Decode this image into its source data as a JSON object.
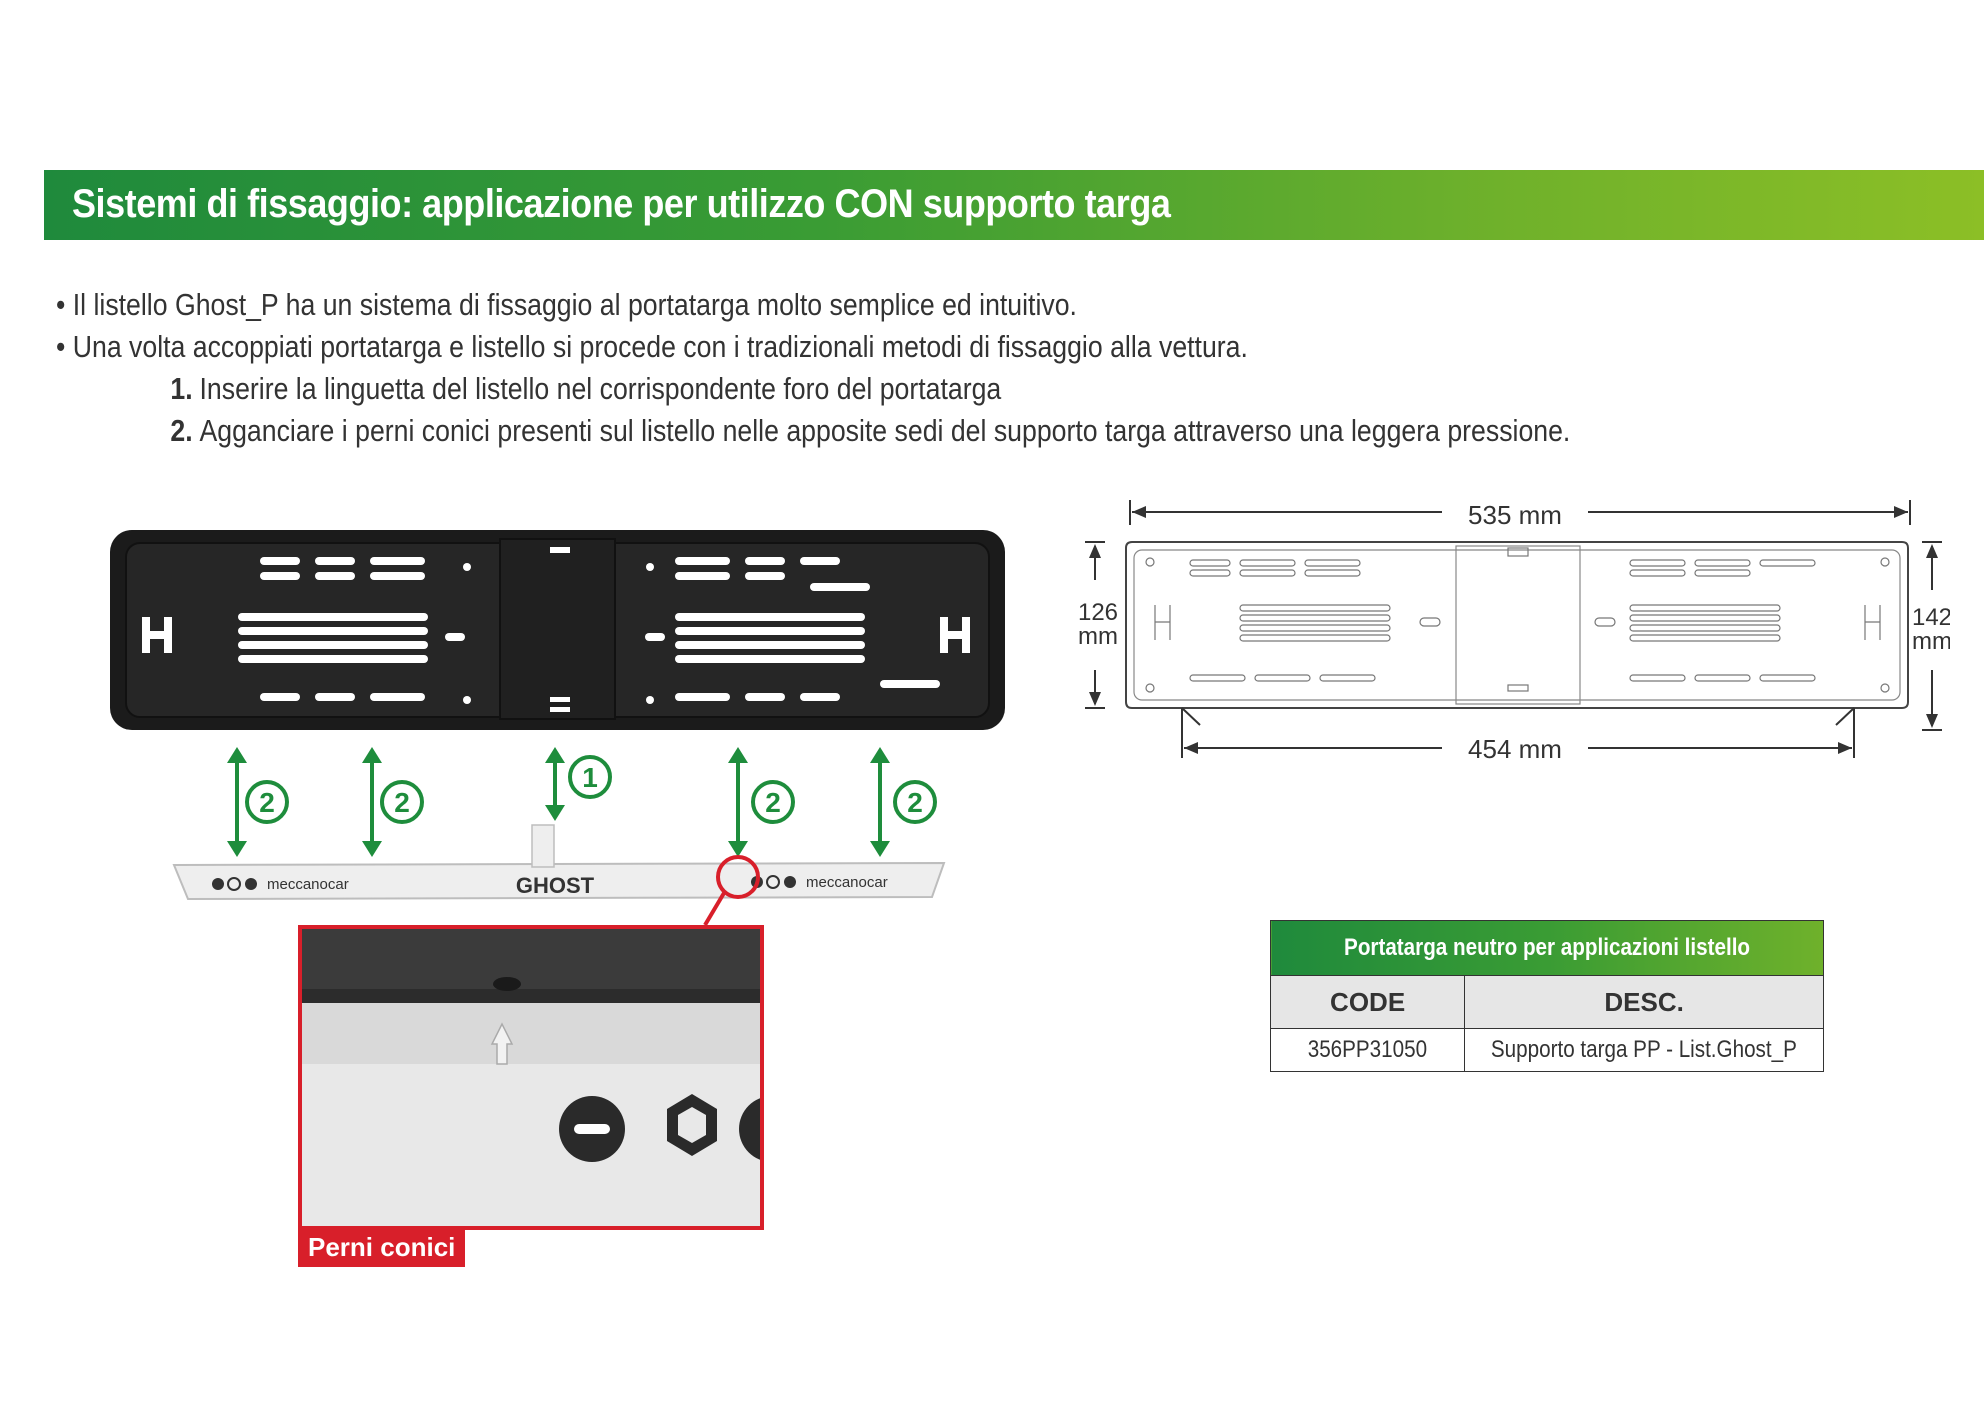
{
  "banner": {
    "title": "Sistemi di fissaggio: applicazione per utilizzo CON supporto targa"
  },
  "bullets": [
    "• Il listello Ghost_P ha un sistema di fissaggio al portatarga molto semplice ed intuitivo.",
    "• Una volta accoppiati portatarga e listello si procede con i tradizionali metodi di fissaggio alla vettura."
  ],
  "steps": [
    {
      "num": "1.",
      "text": "Inserire la linguetta del listello nel corrispondente foro del portatarga"
    },
    {
      "num": "2.",
      "text": "Agganciare i perni conici presenti sul listello nelle apposite sedi del supporto targa attraverso una leggera pressione."
    }
  ],
  "photo": {
    "strip_brand_left": "meccanocar",
    "strip_brand_right": "meccanocar",
    "strip_logo": "GHOST",
    "markers": [
      "2",
      "2",
      "1",
      "2",
      "2"
    ],
    "zoom_label": "Perni conici"
  },
  "dimensions": {
    "width_top": "535 mm",
    "width_bottom": "454 mm",
    "height_left_value": "126",
    "height_left_unit": "mm",
    "height_right_value": "142",
    "height_right_unit": "mm"
  },
  "table": {
    "title": "Portatarga neutro per applicazioni listello",
    "col_code": "CODE",
    "col_desc": "DESC.",
    "rows": [
      {
        "code": "356PP31050",
        "desc": "Supporto targa PP - List.Ghost_P"
      }
    ]
  },
  "colors": {
    "green_dark": "#1f8a3c",
    "green_light": "#8cbf26",
    "red": "#d81f2a"
  }
}
